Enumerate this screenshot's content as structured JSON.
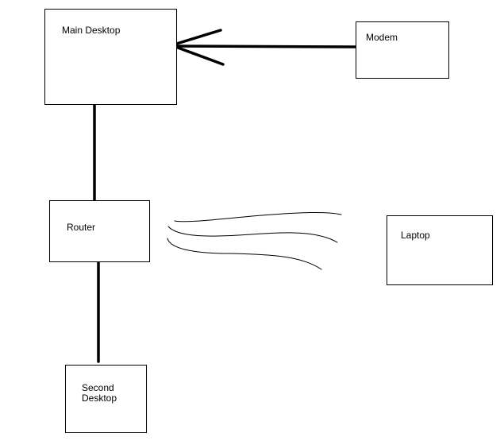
{
  "diagram": {
    "nodes": {
      "main_desktop": {
        "label": "Main Desktop"
      },
      "modem": {
        "label": "Modem"
      },
      "router": {
        "label": "Router"
      },
      "laptop": {
        "label": "Laptop"
      },
      "second_desktop": {
        "label": "Second\nDesktop"
      }
    },
    "connections": [
      {
        "from": "modem",
        "to": "main_desktop",
        "style": "arrow"
      },
      {
        "from": "main_desktop",
        "to": "router",
        "style": "wired"
      },
      {
        "from": "router",
        "to": "second_desktop",
        "style": "wired"
      },
      {
        "from": "router",
        "to": "laptop",
        "style": "wireless"
      }
    ],
    "colors": {
      "stroke": "#000000",
      "background": "#ffffff"
    }
  }
}
